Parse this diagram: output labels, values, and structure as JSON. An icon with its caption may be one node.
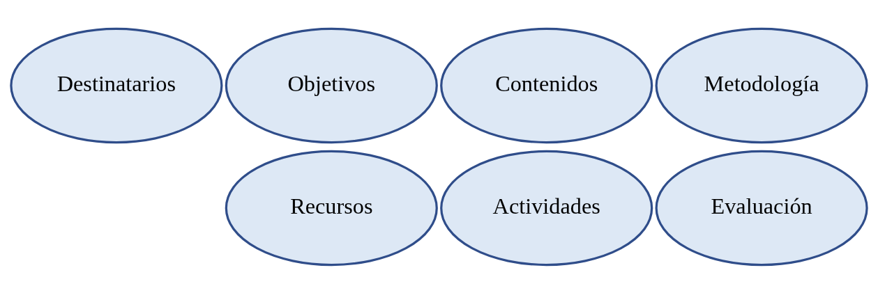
{
  "diagram": {
    "nodes": [
      {
        "text": [
          "Destinatarios"
        ]
      },
      {
        "text": [
          "Objetivos"
        ]
      },
      {
        "text": [
          "Contenidos"
        ]
      },
      {
        "text": [
          "Metodología"
        ]
      },
      {
        "text": [
          "Recursos"
        ]
      },
      {
        "text": [
          "Actividades"
        ]
      },
      {
        "text": [
          "Evaluación"
        ]
      }
    ]
  }
}
